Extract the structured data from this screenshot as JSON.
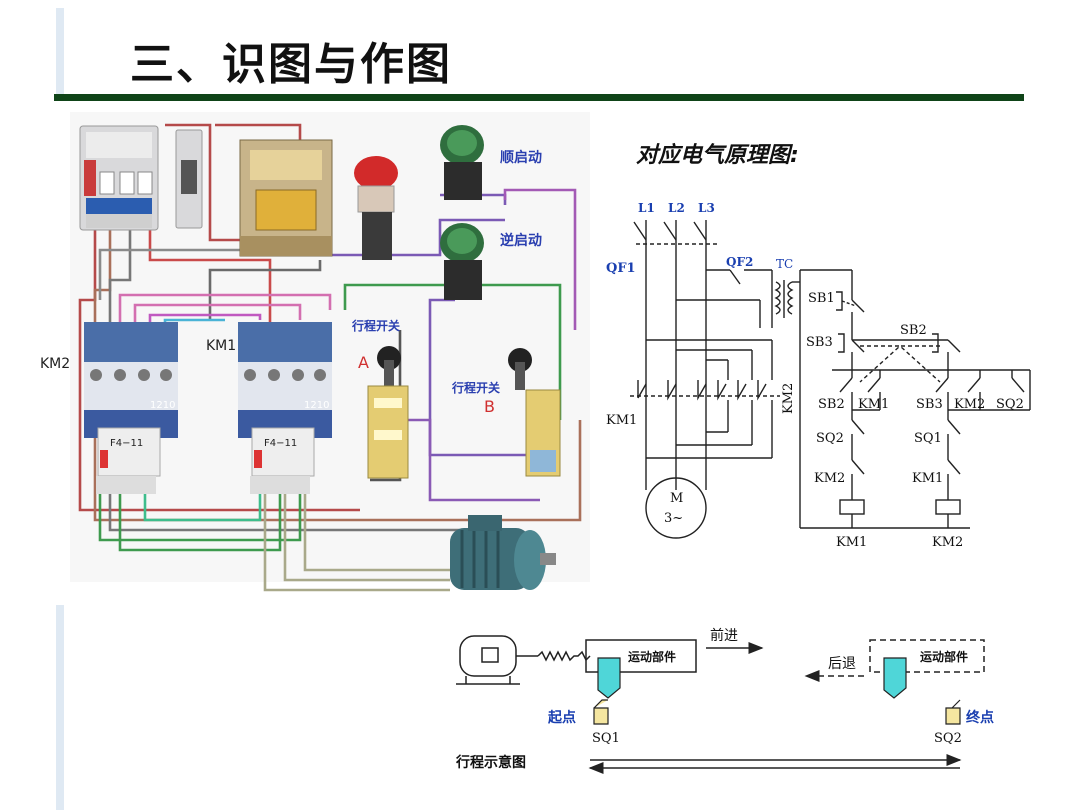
{
  "title": "三、识图与作图",
  "wiring": {
    "km2_label": "KM2",
    "km1_label": "KM1",
    "contactor_model_left": "1210",
    "contactor_model_right": "1210",
    "relay_left": "F4−11",
    "relay_right": "F4−11",
    "fwd_start": "顺启动",
    "rev_start": "逆启动",
    "travel_switch_a": "行程开关",
    "a_letter": "A",
    "travel_switch_b": "行程开关",
    "b_letter": "B"
  },
  "schematic": {
    "heading": "对应电气原理图:",
    "l1": "L1",
    "l2": "L2",
    "l3": "L3",
    "qf1": "QF1",
    "qf2": "QF2",
    "tc": "TC",
    "sb1": "SB1",
    "sb3_left": "SB3",
    "sb2_top": "SB2",
    "sb2_mid": "SB2",
    "km1_mid": "KM1",
    "sb3_mid": "SB3",
    "km2_mid": "KM2",
    "sq2_mid": "SQ2",
    "sq2_left": "SQ2",
    "sq1_right": "SQ1",
    "km2_left": "KM2",
    "km1_right": "KM1",
    "km1_coil": "KM1",
    "km2_coil": "KM2",
    "km1_main": "KM1",
    "km2_main": "KM2",
    "motor_m": "M",
    "motor_3": "3~"
  },
  "travel": {
    "part_left": "运动部件",
    "part_right": "运动部件",
    "forward": "前进",
    "backward": "后退",
    "start_point": "起点",
    "end_point": "终点",
    "sq1": "SQ1",
    "sq2": "SQ2",
    "diagram_label": "行程示意图"
  }
}
